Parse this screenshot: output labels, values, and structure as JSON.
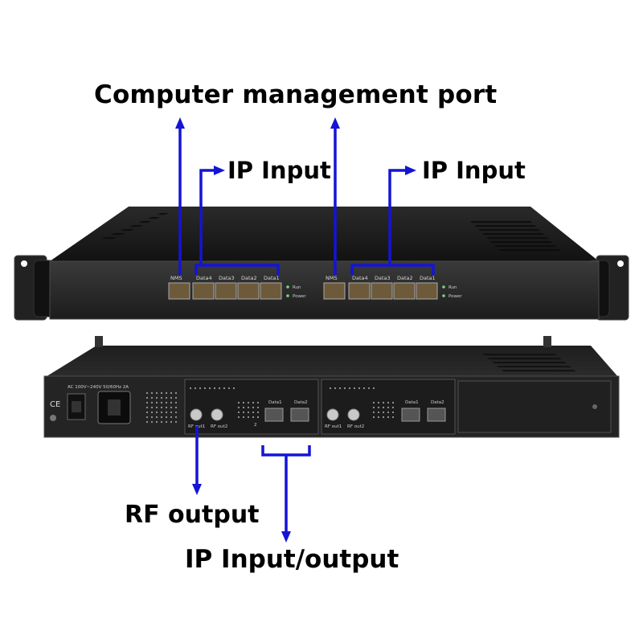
{
  "callouts": {
    "management": "Computer management port",
    "ip_input_left": "IP Input",
    "ip_input_right": "IP Input",
    "rf_output": "RF output",
    "ip_io": "IP Input/output"
  },
  "front_panel": {
    "port_labels": [
      "NMS",
      "Data4",
      "Data3",
      "Data2",
      "Data1"
    ],
    "led_run": "Run",
    "led_power": "Power"
  },
  "rear_panel": {
    "power_spec": "AC 100V~240V 50/60Hz 2A",
    "ce_mark": "CE",
    "rf_labels": [
      "RF out1",
      "RF out2"
    ],
    "sfp_labels": [
      "Data1",
      "Data2"
    ],
    "slot_index": "2"
  },
  "colors": {
    "arrow": "#1414d6",
    "chassis": "#1b1b1b",
    "label": "#000000"
  }
}
